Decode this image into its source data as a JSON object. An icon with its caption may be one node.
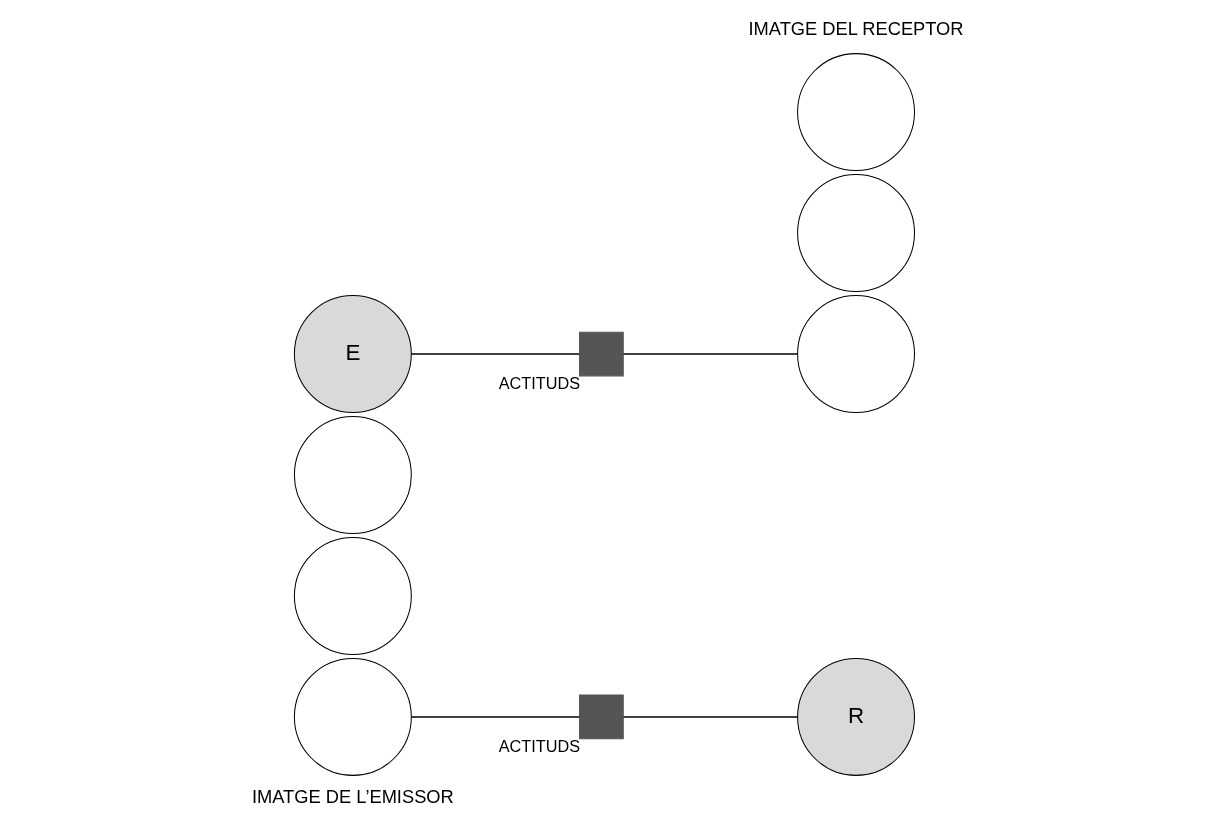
{
  "diagram": {
    "nodes": [
      {
        "text": [],
        "shape": "circle"
      },
      {
        "text": [],
        "shape": "circle"
      },
      {
        "text": [],
        "shape": "circle"
      },
      {
        "text": [
          "E"
        ]
      },
      {
        "text": [],
        "shape": "box",
        "beside": [
          "ACTITUDS"
        ]
      },
      {
        "text": [],
        "shape": "box",
        "beside": [
          "ACTITUDS"
        ]
      },
      {
        "text": [
          "R"
        ]
      },
      {
        "text": [],
        "shape": "circle"
      },
      {
        "text": [],
        "shape": "circle"
      },
      {
        "text": [],
        "shape": "circle"
      }
    ],
    "edges": [
      {
        "from": 0,
        "to": 5,
        "arrow": "none"
      },
      {
        "from": 5,
        "to": 6,
        "arrow": "none"
      },
      {
        "from": 3,
        "to": 4,
        "arrow": "none"
      },
      {
        "from": 4,
        "to": 9,
        "arrow": "none"
      }
    ],
    "labels": [
      "IMATGE DE L’EMISSOR",
      "IMATGE DEL RECEPTOR"
    ]
  }
}
